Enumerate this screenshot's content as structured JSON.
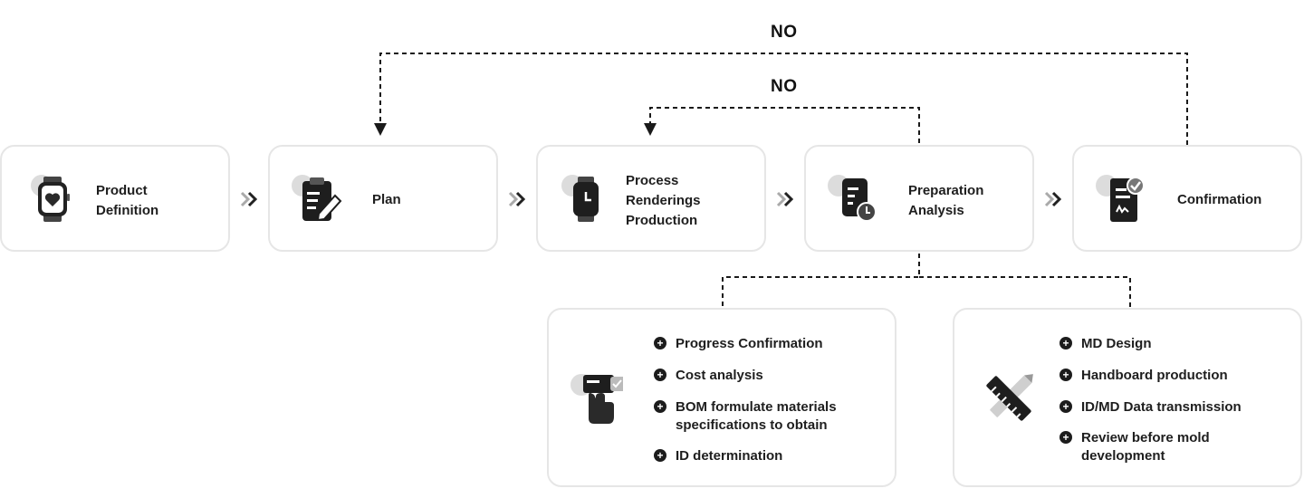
{
  "loops": [
    {
      "label": "NO"
    },
    {
      "label": "NO"
    }
  ],
  "steps": [
    {
      "label": "Product\nDefinition",
      "icon": "smartwatch-heart-icon"
    },
    {
      "label": "Plan",
      "icon": "clipboard-pen-icon"
    },
    {
      "label": "Process\nRenderings\nProduction",
      "icon": "smartwatch-clock-icon"
    },
    {
      "label": "Preparation\nAnalysis",
      "icon": "document-clock-icon"
    },
    {
      "label": "Confirmation",
      "icon": "certificate-check-icon"
    }
  ],
  "details": [
    {
      "icon": "touch-screen-icon",
      "items": [
        "Progress Confirmation",
        "Cost analysis",
        "BOM formulate materials\nspecifications to obtain",
        "ID determination"
      ]
    },
    {
      "icon": "pencil-ruler-icon",
      "items": [
        "MD Design",
        "Handboard production",
        "ID/MD Data transmission",
        "Review before mold\ndevelopment"
      ]
    }
  ],
  "colors": {
    "card_border": "#e6e6e6",
    "icon_dark": "#1c1c1c",
    "icon_shadow": "#dcdcdc",
    "line": "#1a1a1a"
  }
}
